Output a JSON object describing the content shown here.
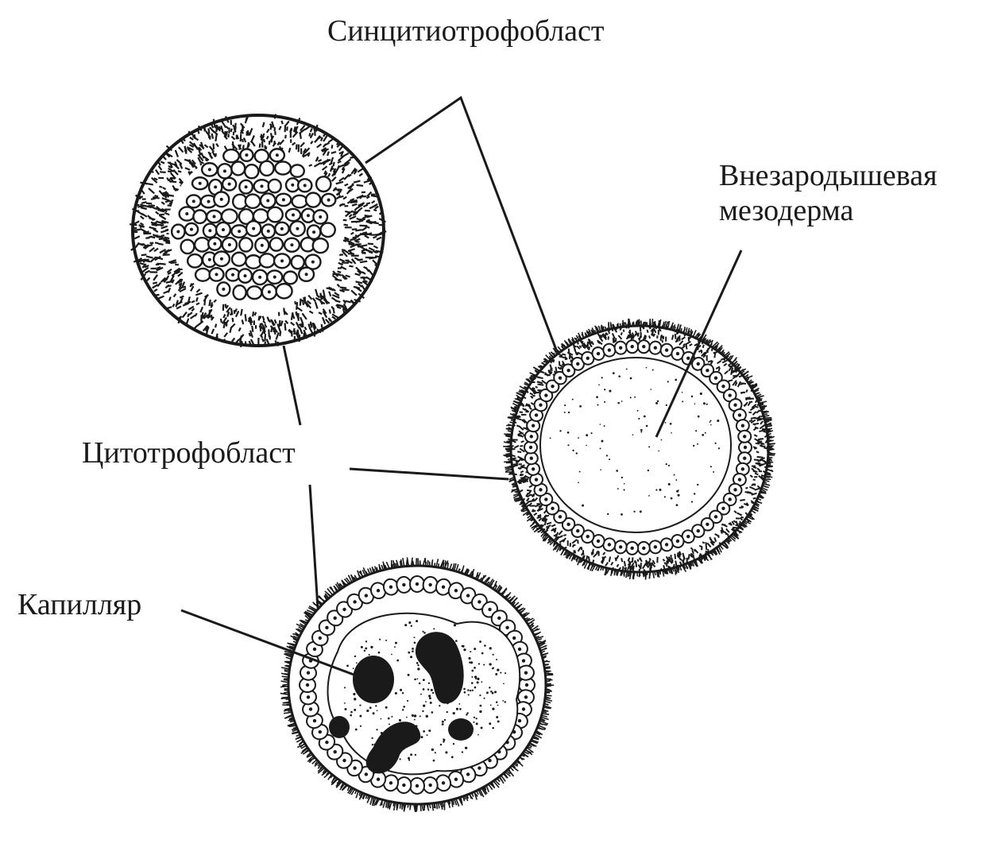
{
  "labels": {
    "syncytiotrophoblast": "Синцитиотрофобласт",
    "extraembryonic_mesoderm_line1": "Внезародышевая",
    "extraembryonic_mesoderm_line2": "мезодерма",
    "cytotrophoblast": "Цитотрофобласт",
    "capillary": "Капилляр"
  },
  "colors": {
    "ink": "#1a1a1a",
    "paper": "#ffffff"
  }
}
